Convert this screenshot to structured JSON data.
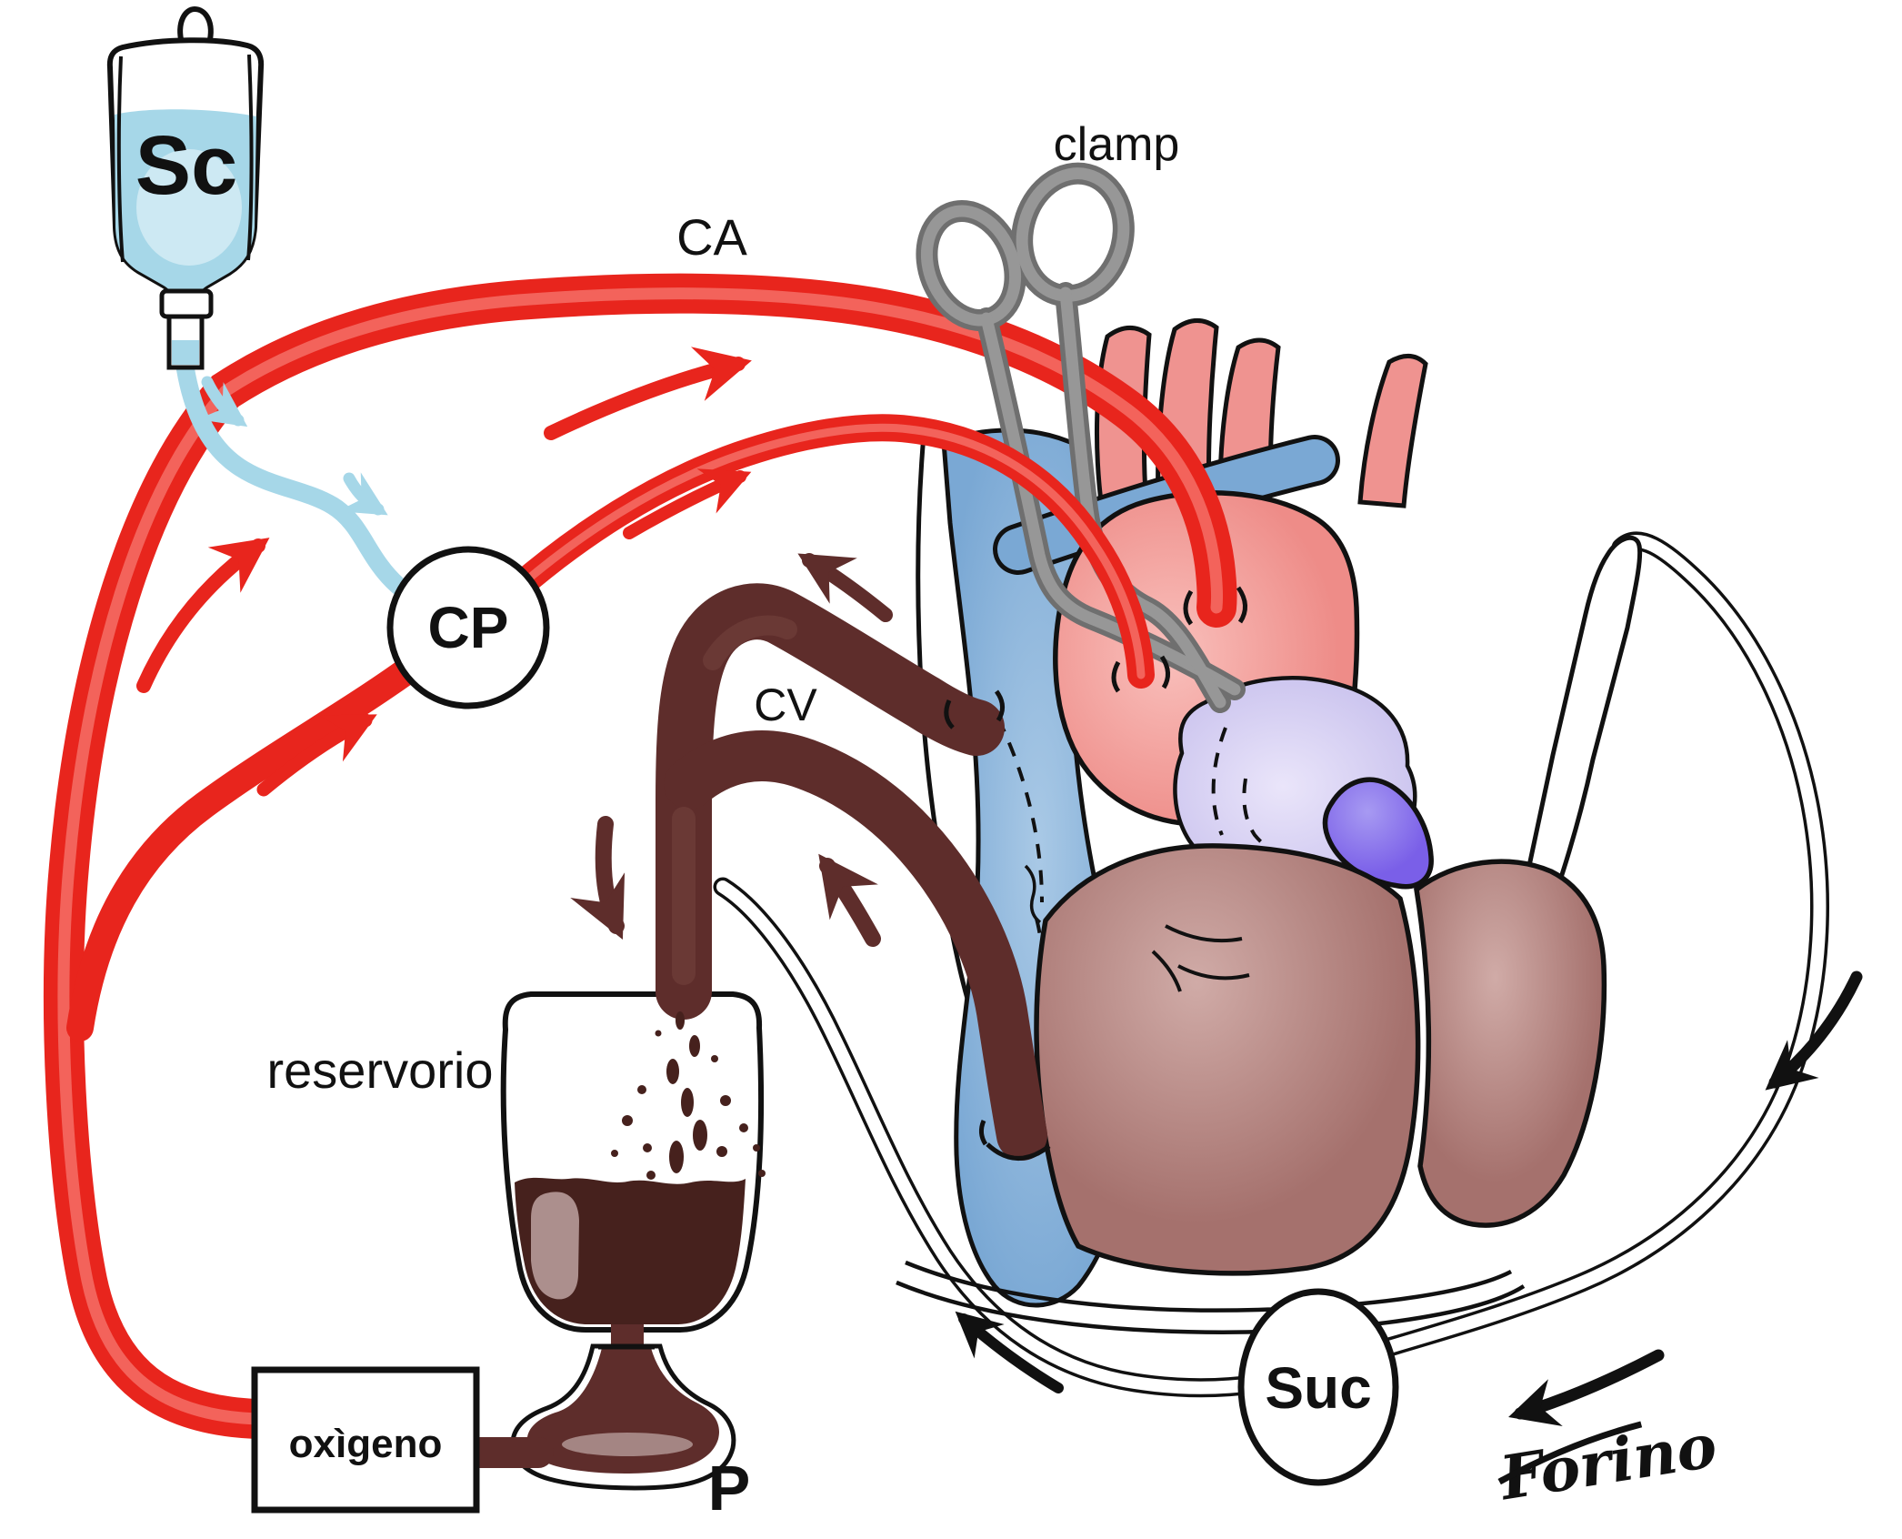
{
  "diagram": {
    "labels": {
      "solution_bag": "Sc",
      "arterial_cannula": "CA",
      "clamp": "clamp",
      "cardioplegia_pump": "CP",
      "venous_cannula": "CV",
      "reservoir": "reservorio",
      "oxygenator": "oxìgeno",
      "pump": "P",
      "suction": "Suc",
      "signature": "Forino"
    },
    "colors": {
      "arterial": "#e8251d",
      "arterial_highlight": "#f5736b",
      "cardioplegia_fluid": "#a6d7e8",
      "cardioplegia_fluid_light": "#d3ecf5",
      "venous": "#5e2d2b",
      "venous_highlight": "#7c4a47",
      "blood": "#46211d",
      "blood_highlight": "#ac8f8d",
      "svc_blue": "#7aa8d4",
      "svc_blue_light": "#a9c9e6",
      "aorta_pink": "#ee8c88",
      "aorta_pink_light": "#f9c0bc",
      "vessel_pink": "#ef9390",
      "pulmonary_lavender": "#cdc6ef",
      "pulmonary_lavender_light": "#eae5fa",
      "appendage_purple": "#7a5fe8",
      "appendage_purple_light": "#a79af2",
      "clamp_gray": "#979797",
      "clamp_gray_dark": "#6f6f6f",
      "outline": "#111111",
      "background": "#ffffff"
    },
    "icons": [
      "flow-arrow-red",
      "flow-arrow-lightblue",
      "flow-arrow-dark",
      "flow-arrow-black",
      "iv-bag-icon",
      "aortic-clamp-icon",
      "roller-pump-circle-icon",
      "reservoir-cup-icon"
    ]
  }
}
